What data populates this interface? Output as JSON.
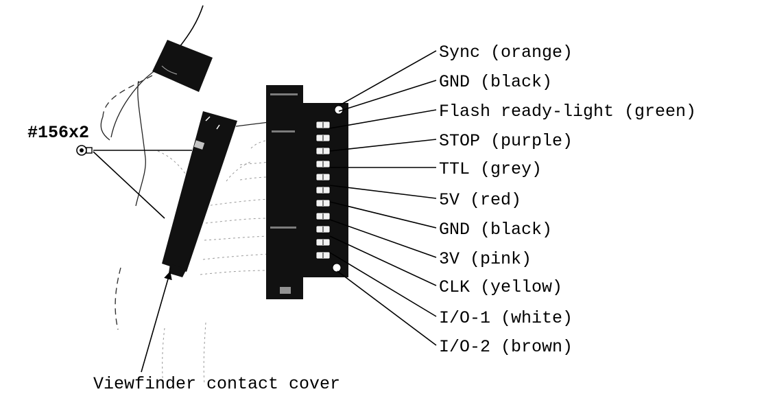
{
  "labels": {
    "sync": "Sync (orange)",
    "gnd1": "GND (black)",
    "flash": "Flash ready-light (green)",
    "stop": "STOP (purple)",
    "ttl": "TTL (grey)",
    "v5": "5V (red)",
    "gnd2": "GND (black)",
    "v3": "3V (pink)",
    "clk": "CLK (yellow)",
    "io1": "I/O-1 (white)",
    "io2": "I/O-2 (brown)",
    "screw": "#156x2",
    "cover": "Viewfinder contact cover"
  },
  "pin_count": 11
}
